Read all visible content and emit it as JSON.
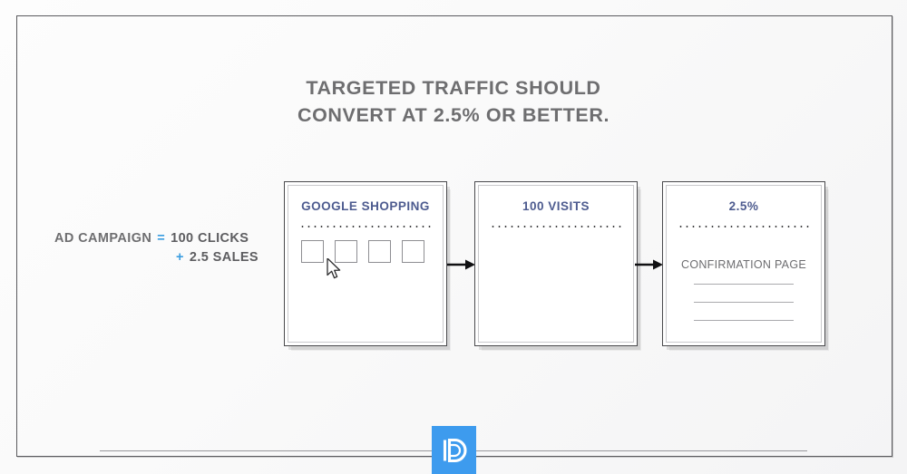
{
  "headline": {
    "line1": "TARGETED TRAFFIC SHOULD",
    "line2": "CONVERT AT 2.5% OR BETTER."
  },
  "equation": {
    "label": "AD CAMPAIGN",
    "op1": "=",
    "value1": "100 CLICKS",
    "op2": "+",
    "value2": "2.5 SALES"
  },
  "cards": [
    {
      "title": "GOOGLE SHOPPING",
      "squares": [
        "",
        "",
        "",
        ""
      ]
    },
    {
      "title": "100 VISITS"
    },
    {
      "title": "2.5%",
      "body_label": "CONFIRMATION PAGE",
      "lines": [
        "",
        "",
        ""
      ]
    }
  ],
  "colors": {
    "headline": "#6e6e70",
    "card_title": "#4d5b8f",
    "accent_blue": "#3a9de0",
    "logo_blue": "#3d9bee",
    "frame": "#5a5a5e"
  },
  "logo": {
    "mark": "D"
  }
}
